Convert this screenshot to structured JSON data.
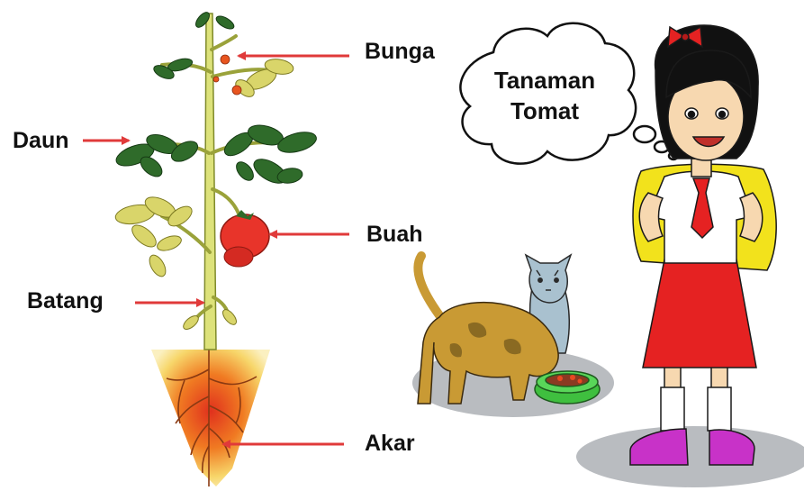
{
  "labels": {
    "bunga": "Bunga",
    "daun": "Daun",
    "buah": "Buah",
    "batang": "Batang",
    "akar": "Akar"
  },
  "thought_bubble": {
    "line1": "Tanaman",
    "line2": "Tomat"
  },
  "colors": {
    "arrow": "#e03a3a",
    "leaf_dark": "#2f6b2a",
    "leaf_yellow": "#d9d56a",
    "tomato": "#e8342a",
    "skirt": "#e52222",
    "backpack": "#f2e21c",
    "shoe": "#c832c8"
  }
}
